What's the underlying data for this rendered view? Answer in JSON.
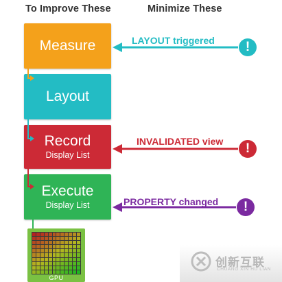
{
  "headers": {
    "left": "To Improve These",
    "right": "Minimize These"
  },
  "stages": [
    {
      "main": "Measure",
      "sub": "",
      "color": "#f4a11b"
    },
    {
      "main": "Layout",
      "sub": "",
      "color": "#23bcc4"
    },
    {
      "main": "Record",
      "sub": "Display List",
      "color": "#cc2a36"
    },
    {
      "main": "Execute",
      "sub": "Display List",
      "color": "#2fb456"
    }
  ],
  "triggers": [
    {
      "label": "LAYOUT triggered",
      "color": "#23bcc4",
      "icon": "exclamation-icon",
      "glyph": "!"
    },
    {
      "label": "INVALIDATED view",
      "color": "#cc2a36",
      "icon": "exclamation-icon",
      "glyph": "!"
    },
    {
      "label": "PROPERTY changed",
      "color": "#7b2aa0",
      "icon": "exclamation-icon",
      "glyph": "!"
    }
  ],
  "gpu": {
    "label": "GPU",
    "frame_color": "#7ac143"
  },
  "watermark": {
    "cn": "创新互联",
    "en": "CHUANG XIN HU LIAN"
  }
}
